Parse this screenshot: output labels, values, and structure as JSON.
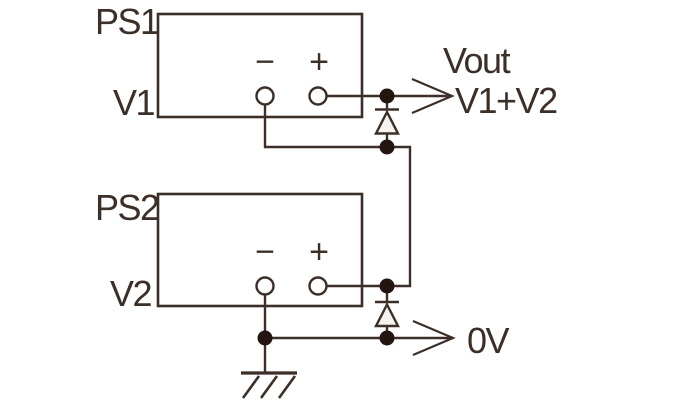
{
  "colors": {
    "background": "#ffffff",
    "stroke": "#3c2f28",
    "junction": "#241510",
    "diode_fill": "#f6f2ef",
    "text": "#3c2f28"
  },
  "supplies": [
    {
      "name": "PS1",
      "voltage": "V1",
      "minus_label": "−",
      "plus_label": "+"
    },
    {
      "name": "PS2",
      "voltage": "V2",
      "minus_label": "−",
      "plus_label": "+"
    }
  ],
  "outputs": {
    "vout": {
      "name": "Vout",
      "value": "V1+V2"
    },
    "common": {
      "name": "0V"
    }
  },
  "icons": {
    "diode_1": "diode-up-icon",
    "diode_2": "diode-up-icon",
    "ground": "earth-ground-icon",
    "vout_arrow": "arrow-right-icon",
    "zero_v_arrow": "arrow-right-icon",
    "terminal": "circle-terminal-icon",
    "junction": "junction-dot-icon"
  }
}
